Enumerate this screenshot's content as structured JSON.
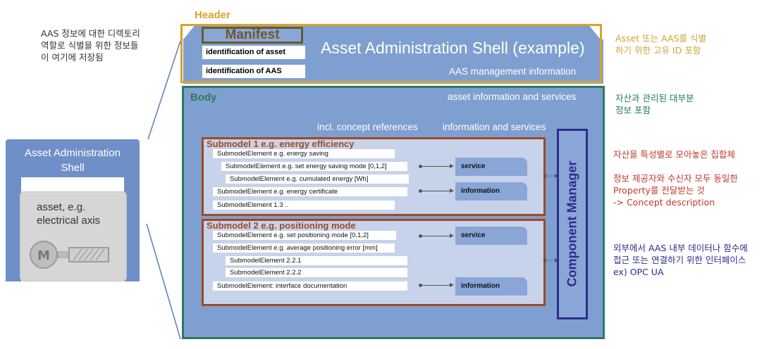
{
  "left_notes": {
    "top": [
      "AAS 정보에 대한 디렉토리",
      "역할로 식별을 위한 정보들",
      "이 여기에 저장됨"
    ]
  },
  "asset": {
    "title_line1": "Asset Administration",
    "title_line2": "Shell",
    "label_line1": "asset, e.g.",
    "label_line2": "electrical axis",
    "motor_letter": "M"
  },
  "header": {
    "label": "Header",
    "manifest": "Manifest",
    "id_asset": "identification of asset",
    "id_aas": "identification of AAS",
    "title": "Asset Administration Shell (example)",
    "management": "AAS management information"
  },
  "body": {
    "label": "Body",
    "asset_info": "asset information and services",
    "concept_refs": "incl. concept references",
    "info_services": "information and services"
  },
  "submodel1": {
    "title": "Submodel 1 e.g. energy efficiency",
    "elements": [
      "SubmodelElement e.g. energy saving",
      "SubmodelElement e.g. set energy saving mode [0,1,2]",
      "SubmodelElement e.g. cumulated energy [Wh]",
      "SubmodelElement e.g. energy certificate",
      "SubmodelElement 1.3 .."
    ],
    "tabs": [
      "service",
      "information"
    ]
  },
  "submodel2": {
    "title": "Submodel 2 e.g. positioning mode",
    "elements": [
      "SubmodelElement e.g. set positioning mode [0,1,2]",
      "SubmodelElement e.g. average positioning error [mm]",
      "SubmodelElement 2.2.1",
      "SubmodelElement 2.2.2",
      "SubmodelElement: interface documentation"
    ],
    "tabs": [
      "service",
      "information"
    ]
  },
  "component_manager": "Component Manager",
  "right_notes": {
    "header_note": [
      "Asset 또는 AAS를 식별",
      "하기 위한 고유 ID 포함"
    ],
    "body_note": [
      "자산과 관리된 대부분",
      "정보 포함"
    ],
    "submodel_note": [
      "자산을 특성별로 모아놓은 집합체",
      "",
      "정보 제공자와 수신자 모두 동일한",
      "Property를 전달받는 것",
      "-> Concept description"
    ],
    "cm_note": [
      "외부에서 AAS 내부 데이터나 함수에",
      "접근 또는 연결하기 위한 인터페이스",
      "ex) OPC UA"
    ]
  },
  "colors": {
    "header_frame": "#d7a22e",
    "body_frame": "#2e7a5e",
    "submodel_frame": "#a04a22",
    "component_manager": "#2c2c8c",
    "aas_blue": "#7f9fd0"
  }
}
